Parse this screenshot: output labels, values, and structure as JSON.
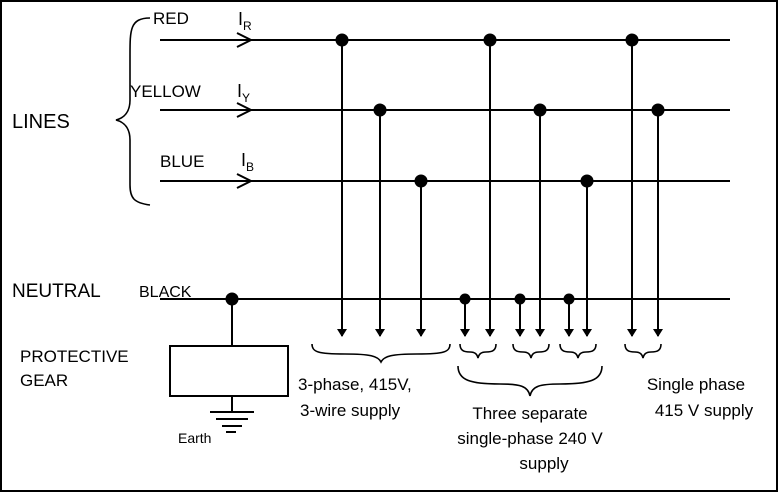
{
  "labels": {
    "lines": "LINES",
    "red": "RED",
    "yellow": "YELLOW",
    "blue": "BLUE",
    "current_symbol": "I",
    "sub_red": "R",
    "sub_yellow": "Y",
    "sub_blue": "B",
    "neutral": "NEUTRAL",
    "black": "BLACK",
    "protective_1": "PROTECTIVE",
    "protective_2": "GEAR",
    "earth": "Earth"
  },
  "captions": {
    "three_phase_1": "3-phase, 415V,",
    "three_phase_2": "3-wire supply",
    "single_240_1": "Three separate",
    "single_240_2": "single-phase 240 V",
    "single_240_3": "supply",
    "single_415_1": "Single phase",
    "single_415_2": "415 V supply"
  }
}
